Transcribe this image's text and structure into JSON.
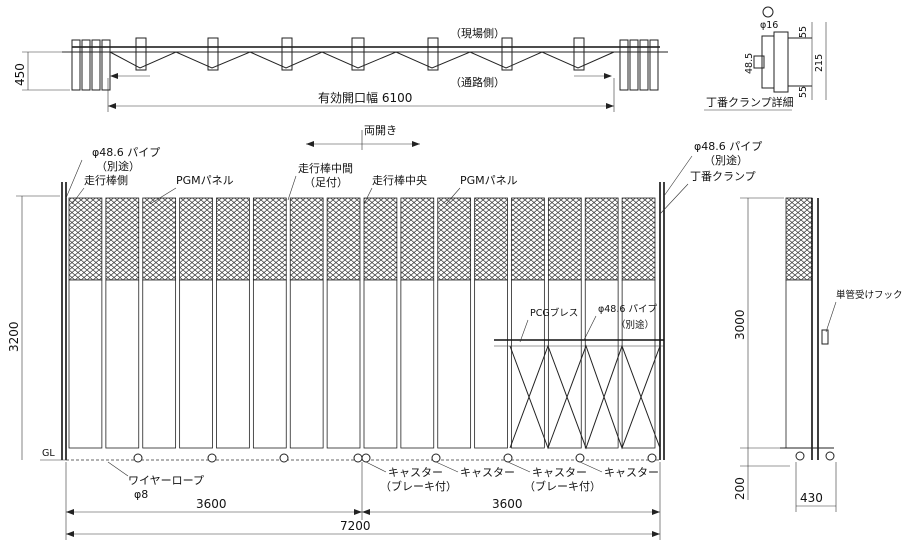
{
  "plan_view": {
    "side_site": "（現場側）",
    "side_road": "（通路側）",
    "opening_width": "有効開口幅 6100",
    "depth": "450"
  },
  "hinge_detail": {
    "title": "丁番クランプ詳細",
    "phi16": "φ16",
    "d55_top": "55",
    "d48_5": "48.5",
    "d215": "215",
    "d55_bottom": "55"
  },
  "elevation": {
    "double_opening": "両開き",
    "pipe_left": "φ48.6  パイプ",
    "pipe_left_sub": "（別途）",
    "rail_side": "走行棒側",
    "pgm_left": "PGMパネル",
    "rail_mid": "走行棒中間",
    "rail_mid_sub": "（足付）",
    "rail_center": "走行棒中央",
    "pgm_right": "PGMパネル",
    "pipe_right": "φ48.6  パイプ",
    "pipe_right_sub": "（別途）",
    "hinge_clamp": "丁番クランプ",
    "pcg_brace": "PCGブレス",
    "pipe_brace": "φ48.6  パイプ",
    "pipe_brace_sub": "（別途）",
    "height": "3200",
    "gl": "GL",
    "wire_rope": "ワイヤーロープ",
    "wire_dia": "φ8",
    "caster1": "キャスター",
    "caster1_sub": "（ブレーキ付）",
    "caster2": "キャスター",
    "caster3": "キャスター",
    "caster3_sub": "（ブレーキ付）",
    "caster4": "キャスター",
    "half_left": "3600",
    "half_right": "3600",
    "total": "7200"
  },
  "side_view": {
    "hook": "単管受けフック",
    "height": "3000",
    "base": "200",
    "width": "430"
  }
}
